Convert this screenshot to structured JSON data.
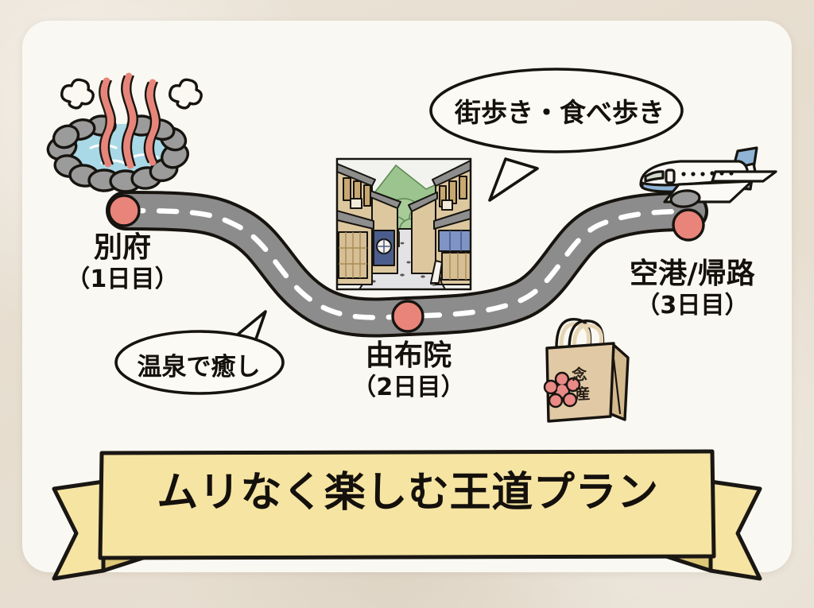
{
  "page": {
    "kind": "travel-itinerary-illustration",
    "background_color": "#e9e1d4",
    "card_color": "#faf8f2"
  },
  "banner": {
    "title": "ムリなく楽しむ王道プラン",
    "fill_color": "#f6e4a3",
    "fold_color": "#ddc878",
    "outline_color": "#1a1713"
  },
  "route": {
    "road_color": "#8c8c8c",
    "road_outline": "#17140f",
    "dash_color": "#ffffff",
    "waypoint_color": "#e8847a",
    "stops": [
      {
        "id": "beppu",
        "name": "別府",
        "day": "（1日目）",
        "icon": "hot-spring-icon"
      },
      {
        "id": "yufuin",
        "name": "由布院",
        "day": "（2日目）",
        "icon": "old-town-street-image"
      },
      {
        "id": "airport",
        "name": "空港/帰路",
        "day": "（3日目）",
        "icon": "airplane-icon"
      }
    ]
  },
  "bubbles": [
    {
      "id": "walk",
      "text": "街歩き・食べ歩き",
      "points_to": "yufuin"
    },
    {
      "id": "onsen",
      "text": "温泉で癒し",
      "points_to": "beppu"
    }
  ],
  "souvenir_bag": {
    "icon": "shopping-bag-icon",
    "kanji_top": "念",
    "kanji_bottom": "産",
    "bag_color": "#e0c9a4",
    "flower_color": "#ea8a86"
  },
  "illustration_colors": {
    "water": "#a9d9e7",
    "stone": "#9b9b9b",
    "steam": "#e8857a",
    "plane_stripe": "#8fb4d6",
    "mountain_green": "#9cc48e",
    "tree_green": "#a8cb98",
    "building_tan": "#dcc79f",
    "roof_gray": "#8e8e8e",
    "noren_blue": "#5b6f9e",
    "road_stone": "#e3e3e6"
  }
}
